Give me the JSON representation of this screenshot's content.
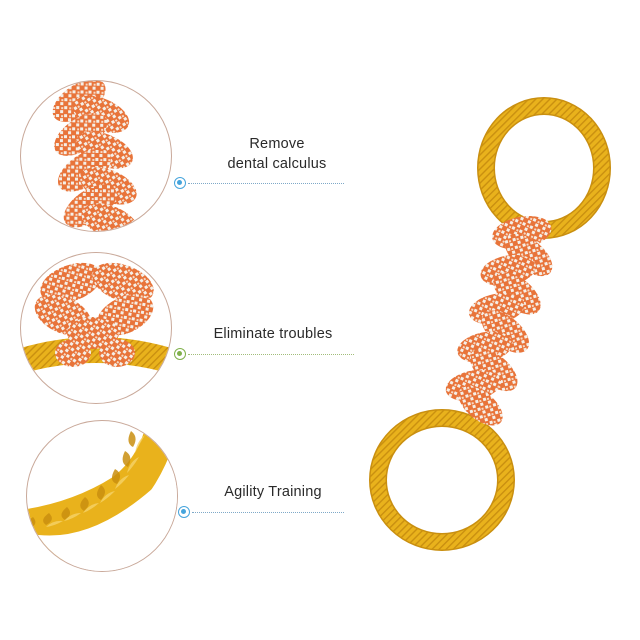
{
  "features": [
    {
      "lines": [
        "Remove",
        "dental calculus"
      ],
      "accent_color": "#45a4dc"
    },
    {
      "lines": [
        "Eliminate troubles"
      ],
      "accent_color": "#7fb04a"
    },
    {
      "lines": [
        "Agility Training"
      ],
      "accent_color": "#45a4dc"
    }
  ],
  "colors": {
    "rope_orange": "#e8743a",
    "rope_white": "#f4efe8",
    "ring_yellow": "#e9b21c",
    "circle_border": "#c9a99a"
  }
}
